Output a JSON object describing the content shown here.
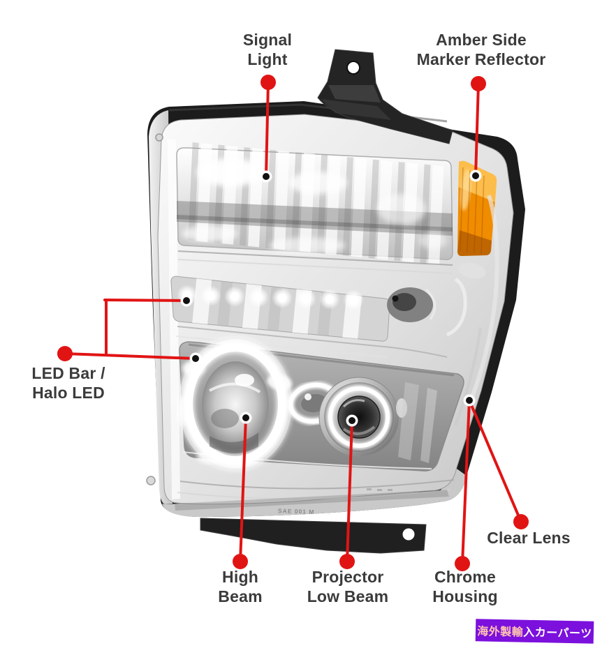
{
  "colors": {
    "accent_red": "#e11414",
    "label_text": "#3b3b3b",
    "banner_bg": "#7c10dd",
    "banner_text": "#ffffff",
    "amber_reflector": "#f08c00",
    "housing_black": "#1c1c1c"
  },
  "labels": {
    "signal": {
      "line1": "Signal",
      "line2": "Light"
    },
    "amber": {
      "line1": "Amber Side",
      "line2": "Marker Reflector"
    },
    "led": {
      "line1": "LED Bar /",
      "line2": "Halo LED"
    },
    "high_beam": {
      "line1": "High",
      "line2": "Beam"
    },
    "projector": {
      "line1": "Projector",
      "line2": "Low Beam"
    },
    "chrome_housing": {
      "line1": "Chrome",
      "line2": "Housing"
    },
    "clear_lens": {
      "line1": "Clear Lens"
    }
  },
  "lens_marking": "SAE 001 M",
  "banner": {
    "text_left": "海外製輸",
    "text_right": "入カーパーツ"
  }
}
